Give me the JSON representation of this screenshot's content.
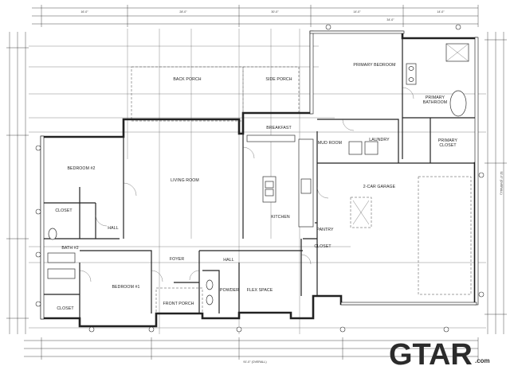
{
  "plan": {
    "rooms": {
      "back_porch": "BACK PORCH",
      "side_porch": "SIDE PORCH",
      "primary_bedroom": "PRIMARY BEDROOM",
      "primary_bathroom": "PRIMARY\nBATHROOM",
      "primary_closet": "PRIMARY\nCLOSET",
      "breakfast": "BREAKFAST",
      "mud_room": "MUD ROOM",
      "laundry": "LAUNDRY",
      "bedroom_2": "BEDROOM #2",
      "living_room": "LIVING ROOM",
      "garage": "2-CAR GARAGE",
      "closet_upper": "CLOSET",
      "hall_left": "HALL",
      "kitchen": "KITCHEN",
      "pantry": "PANTRY",
      "closet_right": "CLOSET",
      "bath_2": "BATH #2",
      "foyer": "FOYER",
      "hall_center": "HALL",
      "bedroom_1": "BEDROOM #1",
      "powder": "POWDER",
      "flex_space": "FLEX SPACE",
      "front_porch": "FRONT PORCH",
      "closet_lower": "CLOSET"
    },
    "dimensions": {
      "top_1": "16'-0\"",
      "top_2": "28'-0\"",
      "top_3": "30'-0\"",
      "top_4": "14'-0\"",
      "top_5": "34'-0\"",
      "top_6": "14'-0\"",
      "bottom_overall": "91'-0\" (OVERALL)",
      "right_overall": "52'-0\" (OVERALL)"
    }
  },
  "watermark": {
    "logo_text": "GTAR",
    "suffix": ".com"
  }
}
